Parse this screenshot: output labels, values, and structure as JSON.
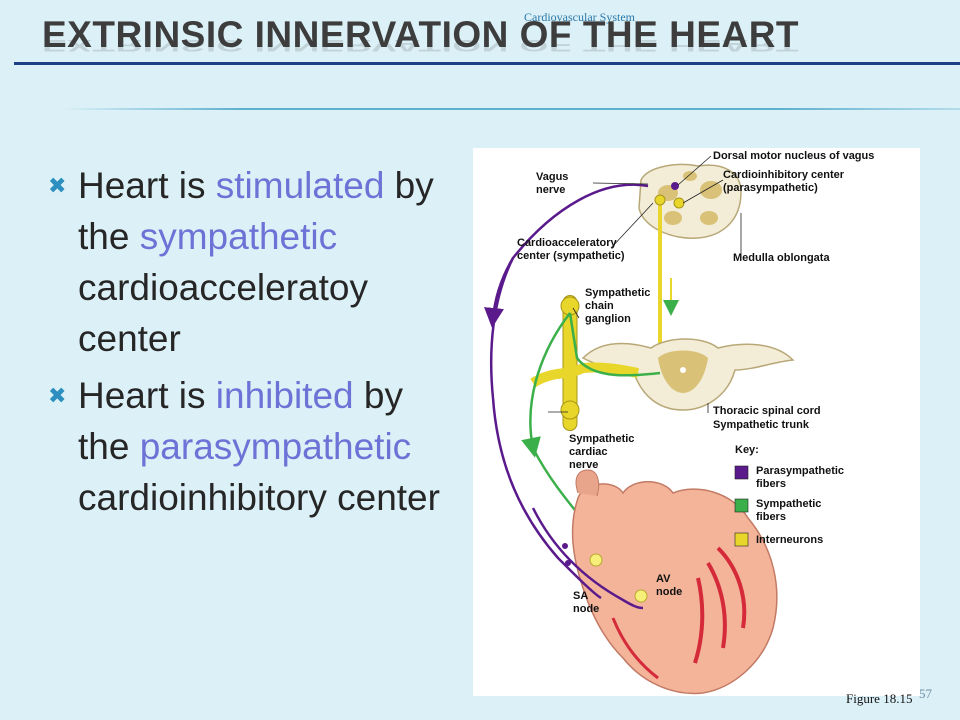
{
  "header": {
    "section_label": "Cardiovascular System"
  },
  "title": "EXTRINSIC INNERVATION OF THE HEART",
  "bullets": [
    {
      "parts": [
        "Heart is ",
        "stimulated",
        " by the ",
        "sympathetic",
        " cardioacceleratoy center"
      ]
    },
    {
      "parts": [
        "Heart is ",
        "inhibited",
        " by the ",
        "parasympathetic",
        " cardioinhibitory center"
      ]
    }
  ],
  "figure": {
    "labels": {
      "vagus_nerve": [
        "Vagus",
        "nerve"
      ],
      "dorsal_motor": "Dorsal motor nucleus of vagus",
      "cardioinhibitory": [
        "Cardioinhibitory center",
        "(parasympathetic)"
      ],
      "cardioacceleratory": [
        "Cardioacceleratory",
        "center (sympathetic)"
      ],
      "medulla": "Medulla oblongata",
      "chain_ganglion": [
        "Sympathetic",
        "chain",
        "ganglion"
      ],
      "thoracic_cord": "Thoracic spinal cord",
      "sympathetic_trunk": "Sympathetic trunk",
      "cardiac_nerve": [
        "Sympathetic",
        "cardiac",
        "nerve"
      ],
      "key_title": "Key:",
      "key_parasympathetic": [
        "Parasympathetic",
        "fibers"
      ],
      "key_sympathetic": [
        "Sympathetic",
        "fibers"
      ],
      "key_interneurons": "Interneurons",
      "av_node": [
        "AV",
        "node"
      ],
      "sa_node": [
        "SA",
        "node"
      ]
    },
    "colors": {
      "parasympathetic": "#5a1a8c",
      "sympathetic": "#3bb04a",
      "interneurons": "#e8d62a"
    },
    "caption": "Figure 18.15"
  },
  "page_number": "57"
}
